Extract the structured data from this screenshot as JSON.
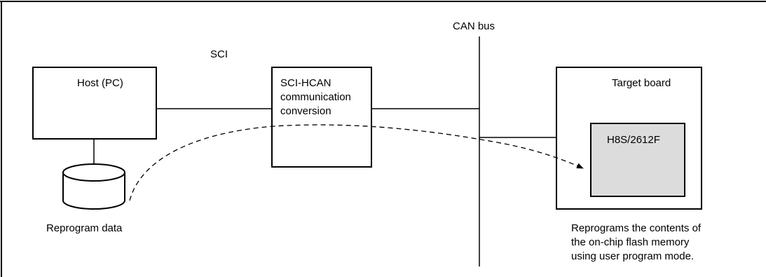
{
  "labels": {
    "can_bus": "CAN bus",
    "sci": "SCI",
    "host": "Host (PC)",
    "converter_line1": "SCI-HCAN",
    "converter_line2": "communication",
    "converter_line3": "conversion",
    "target_board": "Target board",
    "chip": "H8S/2612F",
    "reprogram_data": "Reprogram data",
    "note_line1": "Reprograms the contents of",
    "note_line2": "the on-chip flash memory",
    "note_line3": "using user program mode."
  },
  "colors": {
    "stroke": "#000000",
    "chip_fill": "#dcdcdc",
    "background": "#ffffff"
  }
}
